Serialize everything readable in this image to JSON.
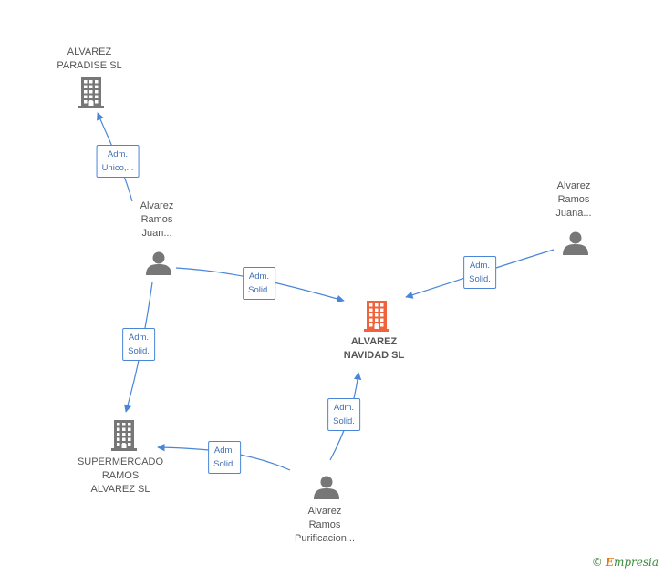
{
  "nodes": {
    "alvarez_paradise": {
      "lines": [
        "ALVAREZ",
        "PARADISE SL"
      ],
      "type": "company",
      "color": "#777777"
    },
    "alvarez_navidad": {
      "lines": [
        "ALVAREZ",
        "NAVIDAD SL"
      ],
      "type": "company",
      "color": "#f0623a",
      "main": true
    },
    "supermercado": {
      "lines": [
        "SUPERMERCADO",
        "RAMOS",
        "ALVAREZ SL"
      ],
      "type": "company",
      "color": "#777777"
    },
    "juan": {
      "lines": [
        "Alvarez",
        "Ramos",
        "Juan..."
      ],
      "type": "person",
      "color": "#777777"
    },
    "juana": {
      "lines": [
        "Alvarez",
        "Ramos",
        "Juana..."
      ],
      "type": "person",
      "color": "#777777"
    },
    "purificacion": {
      "lines": [
        "Alvarez",
        "Ramos",
        "Purificacion..."
      ],
      "type": "person",
      "color": "#777777"
    }
  },
  "edges": [
    {
      "id": "juan-paradise",
      "from": "juan",
      "to": "alvarez_paradise",
      "lines": [
        "Adm.",
        "Unico,..."
      ]
    },
    {
      "id": "juan-navidad",
      "from": "juan",
      "to": "alvarez_navidad",
      "lines": [
        "Adm.",
        "Solid."
      ]
    },
    {
      "id": "juana-navidad",
      "from": "juana",
      "to": "alvarez_navidad",
      "lines": [
        "Adm.",
        "Solid."
      ]
    },
    {
      "id": "juan-supermercado",
      "from": "juan",
      "to": "supermercado",
      "lines": [
        "Adm.",
        "Solid."
      ]
    },
    {
      "id": "purificacion-navidad",
      "from": "purificacion",
      "to": "alvarez_navidad",
      "lines": [
        "Adm.",
        "Solid."
      ]
    },
    {
      "id": "purificacion-supermercado",
      "from": "purificacion",
      "to": "supermercado",
      "lines": [
        "Adm.",
        "Solid."
      ]
    }
  ],
  "colors": {
    "edge": "#4a86d8",
    "company": "#777777",
    "main_company": "#f0623a",
    "person": "#777777"
  },
  "footer": {
    "copyright_symbol": "©",
    "brand_initial": "E",
    "brand_rest": "mpresia"
  }
}
